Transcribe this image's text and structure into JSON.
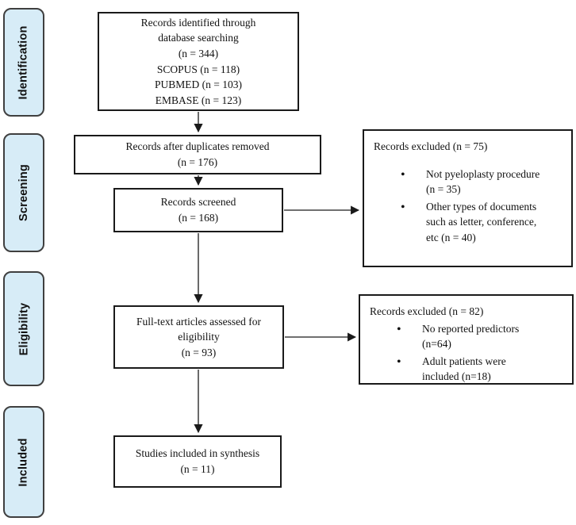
{
  "diagram": {
    "type": "PRISMA flow diagram",
    "colors": {
      "stage_fill": "#d7ecf7",
      "stage_border": "#3f3f3f",
      "box_border": "#1a1a1a",
      "background": "#ffffff",
      "text": "#111111"
    }
  },
  "sidebar": {
    "stages": [
      {
        "label": "Identification"
      },
      {
        "label": "Screening"
      },
      {
        "label": "Eligibility"
      },
      {
        "label": "Included"
      }
    ]
  },
  "boxes": {
    "identified": {
      "text": "Records identified through\ndatabase searching\n(n = 344)\nSCOPUS (n = 118)\nPUBMED (n = 103)\nEMBASE (n = 123)"
    },
    "duplicates_removed": {
      "text": "Records after duplicates removed\n(n = 176)"
    },
    "screened": {
      "text": "Records screened\n(n = 168)"
    },
    "excluded_screening": {
      "title": "Records excluded (n = 75)",
      "items": [
        "Not pyeloplasty procedure\n(n = 35)",
        "Other types of documents\nsuch as letter, conference,\netc (n = 40)"
      ]
    },
    "fulltext": {
      "text": "Full-text articles assessed for\neligibility\n(n = 93)"
    },
    "excluded_eligibility": {
      "title": "Records excluded (n = 82)",
      "items": [
        "No reported predictors\n(n=64)",
        "Adult patients were\nincluded (n=18)"
      ]
    },
    "included_synthesis": {
      "text": "Studies included in synthesis\n(n = 11)"
    }
  }
}
